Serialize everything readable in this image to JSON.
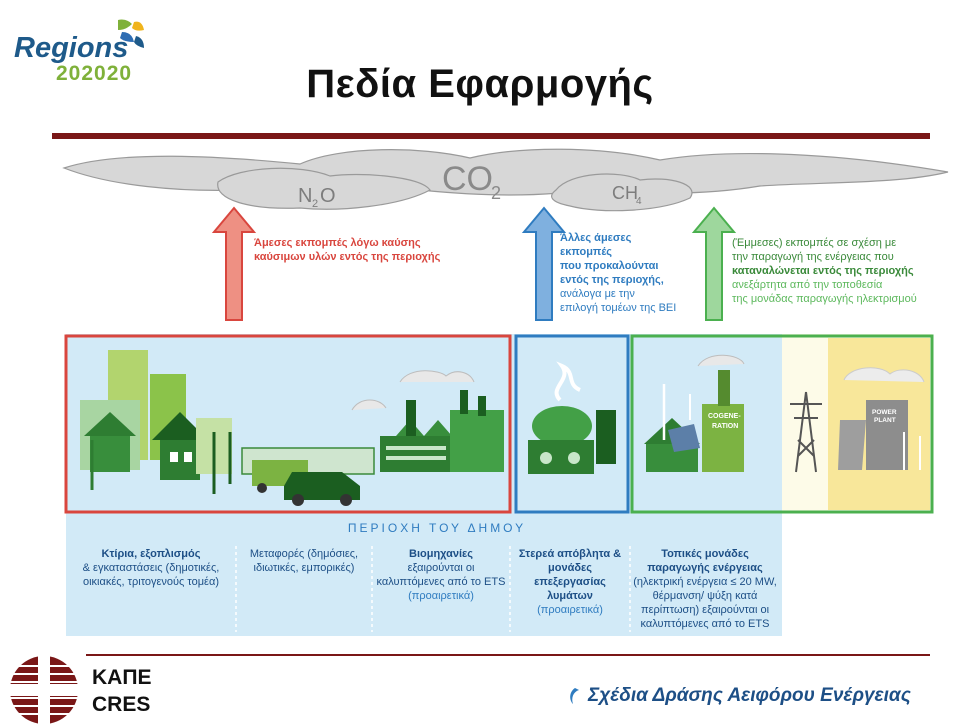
{
  "title": "Πεδία Εφαρμογής",
  "logo": {
    "word": "Regions",
    "year": "202020"
  },
  "gases": {
    "co2": "CO",
    "co2_sub": "2",
    "n2o_a": "N",
    "n2o_sub": "2",
    "n2o_b": "O",
    "ch4": "CH",
    "ch4_sub": "4"
  },
  "arrows": {
    "red_lines": [
      "Άμεσες εκπομπές λόγω καύσης",
      "καύσιμων υλών εντός της περιοχής"
    ],
    "blue_lines": [
      "Άλλες άμεσες",
      "εκπομπές",
      "που προκαλούνται",
      "εντός της περιοχής,",
      "ανάλογα με την",
      "επιλογή τομέων της ΒΕΙ"
    ],
    "green_lines": [
      "(Έμμεσες) εκπομπές σε σχέση με",
      "την παραγωγή της ενέργειας που",
      "καταναλώνεται εντός της περιοχής",
      "ανεξάρτητα από την τοποθεσία",
      "της μονάδας παραγωγής ηλεκτρισμού"
    ]
  },
  "labels": {
    "cogen": [
      "COGENE-",
      "RATION"
    ],
    "power_plant": [
      "POWER",
      "PLANT"
    ]
  },
  "region_label": "ΠΕΡΙΟΧΗ ΤΟΥ ΔΗΜΟΥ",
  "sectors": {
    "buildings": [
      "Κτίρια, εξοπλισμός",
      "& εγκαταστάσεις (δημοτικές,",
      "οικιακές, τριτογενούς τομέα)"
    ],
    "transport": [
      "Μεταφορές (δημόσιες,",
      "ιδιωτικές, εμπορικές)"
    ],
    "industry": [
      "Βιομηχανίες",
      "εξαιρούνται οι",
      "καλυπτόμενες από το ETS",
      "(προαιρετικά)"
    ],
    "waste": [
      "Στερεά απόβλητα &",
      "μονάδες",
      "επεξεργασίας",
      "λυμάτων",
      "(προαιρετικά)"
    ],
    "local_energy": [
      "Τοπικές μονάδες",
      "παραγωγής ενέργειας",
      "(ηλεκτρική ενέργεια ≤ 20 MW,",
      "θέρμανση/ ψύξη κατά",
      "περίπτωση) εξαιρούνται οι",
      "καλυπτόμενες από το ETS"
    ]
  },
  "footer": {
    "kape": "ΚΑΠΕ",
    "cres": "CRES",
    "title": "Σχέδια Δράσης Αειφόρου Ενέργειας"
  },
  "colors": {
    "red": "#d9463e",
    "blue": "#2f7cc0",
    "green": "#4bb04f",
    "dark_green": "#3a8a3a",
    "light_blue": "#cfe8f6",
    "accent": "#7a1717"
  }
}
